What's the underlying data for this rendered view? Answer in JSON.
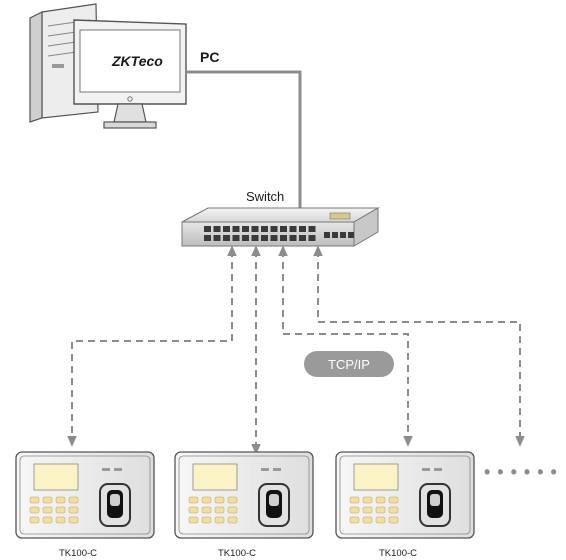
{
  "diagram": {
    "pc_label": "PC",
    "switch_label": "Switch",
    "protocol_label": "TCP/IP",
    "brand_logo_text": "ZKTeco",
    "device_labels": [
      "TK100-C",
      "TK100-C",
      "TK100-C"
    ],
    "more_devices_indicator": "• • • • • •"
  },
  "colors": {
    "line": "#8c8c8c",
    "pill": "#9a9a9a",
    "pill_text": "#ffffff",
    "outline": "#555555",
    "accent_keys": "#f2dfa0",
    "screen": "#fbf3c6"
  },
  "icons": [
    "computer-tower-icon",
    "monitor-icon",
    "network-switch-icon",
    "fingerprint-terminal-icon",
    "arrow-down-icon"
  ]
}
